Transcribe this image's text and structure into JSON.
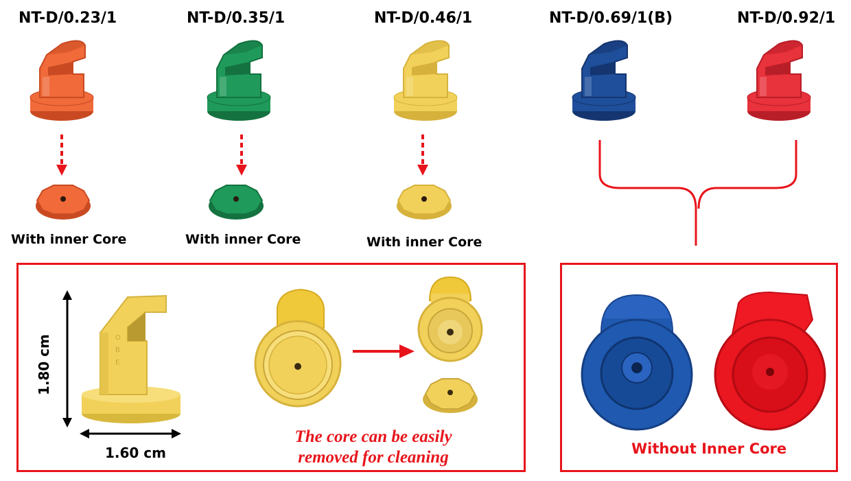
{
  "nozzles": [
    {
      "label": "NT-D/0.23/1",
      "color": "#f06a3a",
      "shade": "#c94a22",
      "has_core": true
    },
    {
      "label": "NT-D/0.35/1",
      "color": "#1f9a5a",
      "shade": "#147240",
      "has_core": true
    },
    {
      "label": "NT-D/0.46/1",
      "color": "#f2d15a",
      "shade": "#d6b23c",
      "has_core": true
    },
    {
      "label": "NT-D/0.69/1(B)",
      "color": "#1f4f9a",
      "shade": "#143570",
      "has_core": false
    },
    {
      "label": "NT-D/0.92/1",
      "color": "#e8323c",
      "shade": "#b81e28",
      "has_core": false
    }
  ],
  "core_labels": [
    "With inner Core",
    "With inner Core",
    "With inner Core"
  ],
  "detail_box": {
    "height_label": "1.80 cm",
    "width_label": "1.60 cm",
    "caption_line1": "The core can be easily",
    "caption_line2": "removed for cleaning"
  },
  "without_box": {
    "label": "Without Inner Core"
  },
  "colors": {
    "accent_red": "#e8141b",
    "yellow": "#f2d15a",
    "blue": "#1f5ab0",
    "red": "#e8141b"
  }
}
